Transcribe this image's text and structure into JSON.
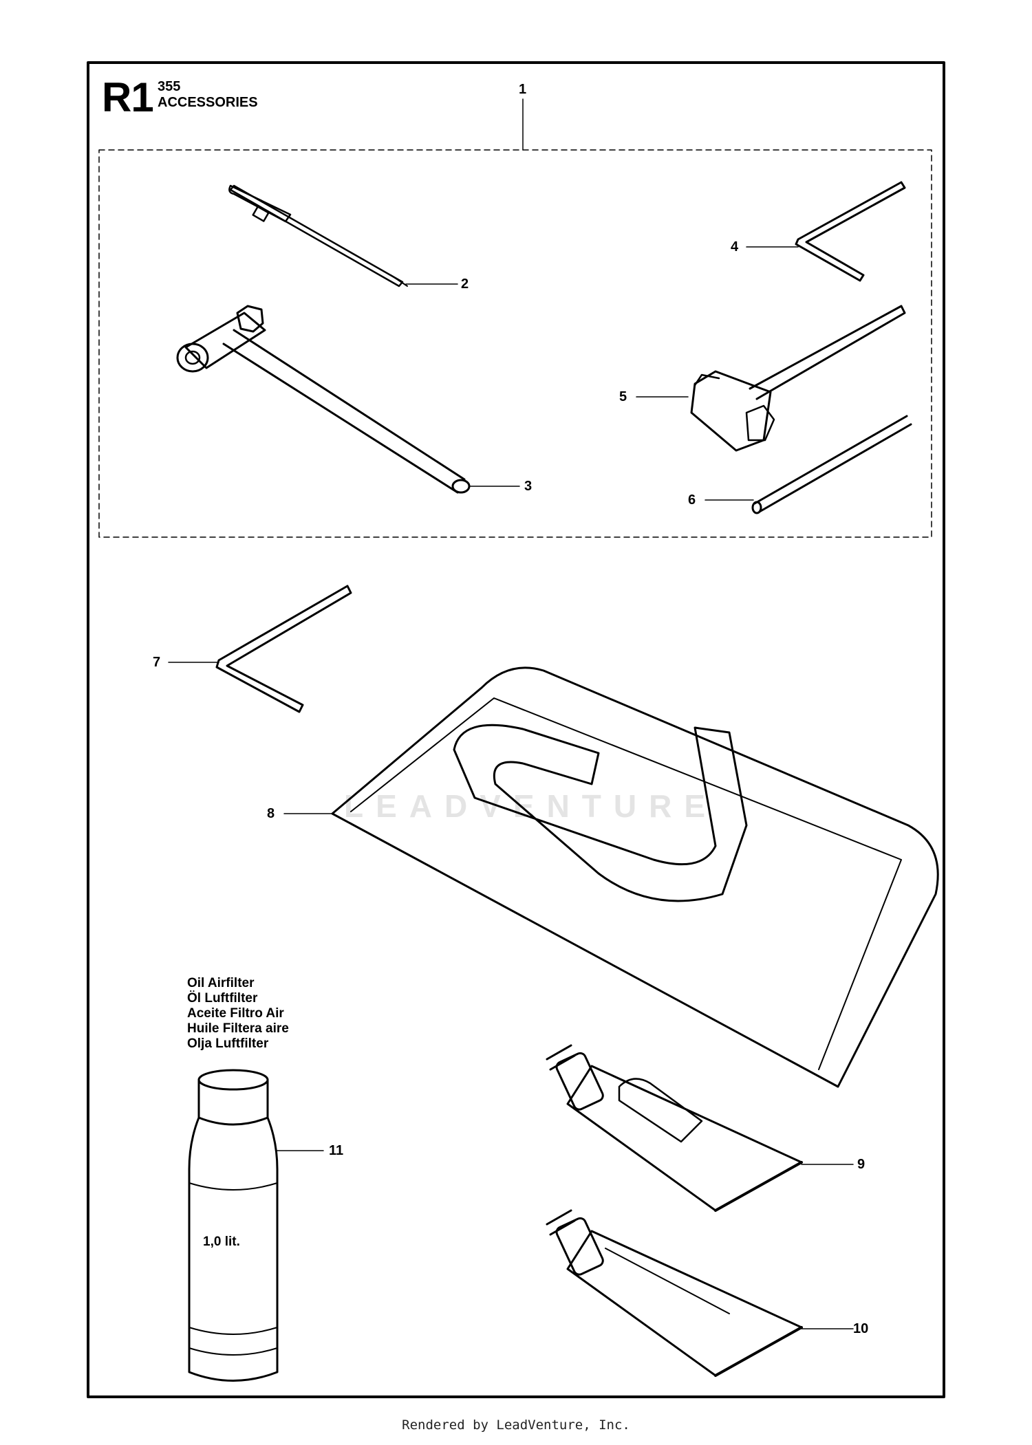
{
  "header": {
    "section_code": "R1",
    "model": "355",
    "title": "ACCESSORIES"
  },
  "callouts": [
    "1",
    "2",
    "3",
    "4",
    "5",
    "6",
    "7",
    "8",
    "9",
    "10",
    "11"
  ],
  "oil_labels": [
    "Oil Airfilter",
    "Öl Luftfilter",
    "Aceite Filtro Air",
    "Huile Filtera aire",
    "Olja Luftfilter"
  ],
  "bottle_volume": "1,0 lit.",
  "watermark": "LEADVENTURE",
  "footer": "Rendered by LeadVenture, Inc."
}
